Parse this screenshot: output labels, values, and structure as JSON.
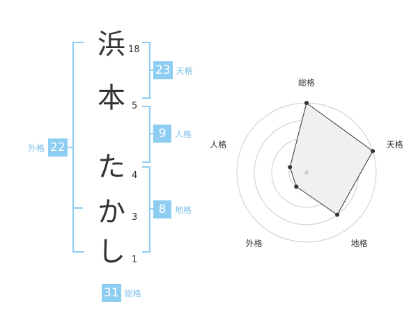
{
  "name": {
    "chars": [
      {
        "char": "浜",
        "strokes": "18"
      },
      {
        "char": "本",
        "strokes": "5"
      },
      {
        "char": "た",
        "strokes": "4"
      },
      {
        "char": "か",
        "strokes": "3"
      },
      {
        "char": "し",
        "strokes": "1"
      }
    ]
  },
  "fortune": {
    "tenkaku": {
      "value": "23",
      "label": "天格"
    },
    "jinkaku": {
      "value": "9",
      "label": "人格"
    },
    "chikaku": {
      "value": "8",
      "label": "地格"
    },
    "gaikaku": {
      "value": "22",
      "label": "外格"
    },
    "soukaku": {
      "value": "31",
      "label": "総格"
    }
  },
  "chart_data": {
    "type": "radar",
    "axes": [
      "総格",
      "天格",
      "地格",
      "外格",
      "人格"
    ],
    "values": [
      4,
      4,
      3,
      1,
      1
    ],
    "max": 4,
    "rings": 4,
    "colors": {
      "fill": "#eeeeee",
      "stroke": "#333333",
      "grid": "#cccccc",
      "accent": "#8ecdf2"
    }
  }
}
